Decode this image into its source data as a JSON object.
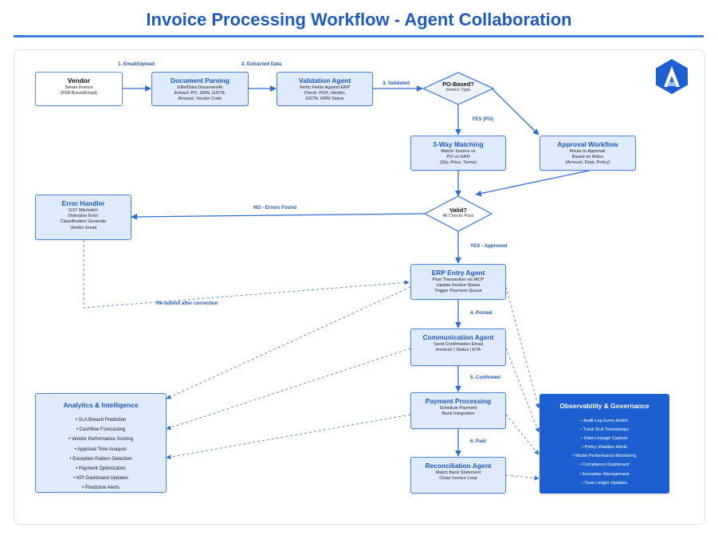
{
  "title": "Invoice Processing Workflow - Agent Collaboration",
  "logo": {
    "icon": "brand-logo-icon",
    "color": "#1d5fd0"
  },
  "colors": {
    "accent": "#1f5bbf",
    "node_fill": "#dfeafb",
    "node_border": "#4a84d6",
    "panel": "#1d5fd0"
  },
  "nodes": {
    "vendor": {
      "title": "Vendor",
      "lines": [
        "Sends Invoice",
        "(PDF/Excel/Email)"
      ]
    },
    "parsing": {
      "title": "Document Parsing",
      "lines": [
        "Ellie/Data DocumentAI",
        "Extract: PO, GRN, GSTN,",
        "Amount, Vendor Code"
      ]
    },
    "validation": {
      "title": "Validation Agent",
      "lines": [
        "Verify Fields Against ERP",
        "Check: PO#, Vendor,",
        "GSTN, GRN Status"
      ]
    },
    "threeway": {
      "title": "3-Way Matching",
      "lines": [
        "Match: Invoice vs",
        "PO vs GRN",
        "(Qty, Price, Terms)"
      ]
    },
    "approval": {
      "title": "Approval Workflow",
      "lines": [
        "Route to Approver",
        "Based on Rules",
        "(Amount, Dept, Policy)"
      ]
    },
    "error": {
      "title": "Error Handler",
      "lines": [
        "GST Mismatch",
        "Detection Error",
        "Classification Generate",
        "Vendor Email"
      ]
    },
    "erp": {
      "title": "ERP Entry Agent",
      "lines": [
        "Post Transaction via MCP",
        "Update Invoice Status",
        "Trigger Payment Queue"
      ]
    },
    "comm": {
      "title": "Communication Agent",
      "lines": [
        "Send Confirmation Email",
        "Invoice# | Status | ETA"
      ]
    },
    "payment": {
      "title": "Payment Processing",
      "lines": [
        "Schedule Payment",
        "Bank Integration"
      ]
    },
    "recon": {
      "title": "Reconciliation Agent",
      "lines": [
        "Match Bank Statement",
        "Close Invoice Loop"
      ]
    },
    "analytics": {
      "title": "Analytics & Intelligence",
      "lines": [
        "• SLA Breach Prediction",
        "• Cashflow Forecasting",
        "• Vendor Performance Scoring",
        "• Approval Time Analysis",
        "• Exception Pattern Detection",
        "• Payment Optimization",
        "• KPI Dashboard Updates",
        "• Predictive Alerts"
      ]
    },
    "obs": {
      "title": "Observability & Governance",
      "lines": [
        "• Audit Log Every Action",
        "• Track SLA Timestamps",
        "• Data Lineage Capture",
        "• Policy Violation Alerts",
        "• Model Performance Monitoring",
        "• Compliance Dashboard",
        "• Exception Management",
        "• Trust Ledger Updates"
      ]
    }
  },
  "decisions": {
    "po": {
      "title": "PO-Based?",
      "sub": "Invoice Type"
    },
    "valid": {
      "title": "Valid?",
      "sub": "All Checks Pass"
    }
  },
  "edges": {
    "e1": "1. Email/Upload",
    "e2": "2. Extracted Data",
    "e3": "3. Validated",
    "yes_po": "YES (PO)",
    "no_errors": "NO - Errors Found",
    "yes_approved": "YES - Approved",
    "resubmit": "Re-submit after correction",
    "e4": "4. Posted",
    "e5": "5. Confirmed",
    "e6": "6. Paid"
  }
}
